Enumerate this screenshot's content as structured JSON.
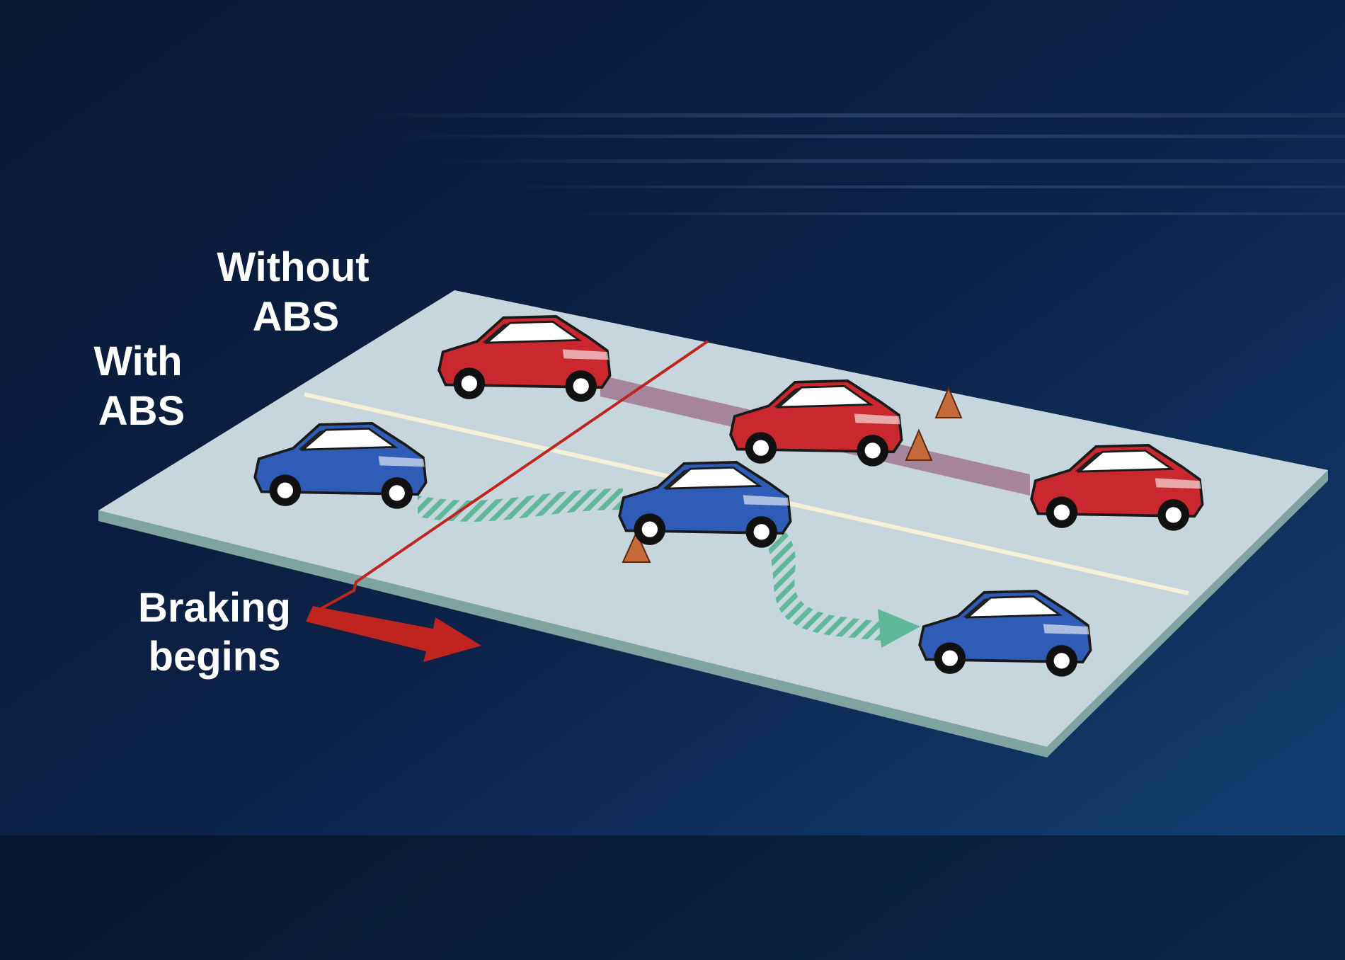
{
  "labels": {
    "without_abs": [
      "Without",
      "ABS"
    ],
    "with_abs": [
      "With",
      "ABS"
    ],
    "braking_begins": [
      "Braking",
      "begins"
    ]
  },
  "colors": {
    "background_dark": "#08142a",
    "background_light": "#123e72",
    "road": "#c7d6dc",
    "road_edge": "#7fa3a0",
    "car_without_abs": "#c8282e",
    "car_with_abs": "#2e5cb6",
    "braking_line": "#c0241f",
    "skid_track": "#9a6a86",
    "steer_path": "#5fb89a",
    "cone": "#c76a3a"
  }
}
